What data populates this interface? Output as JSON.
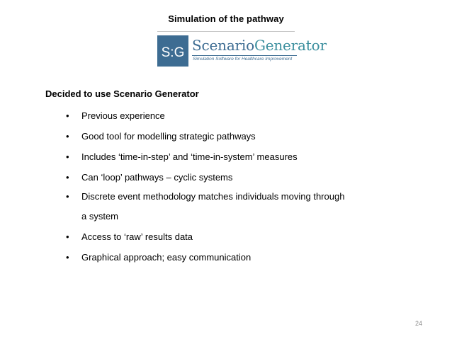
{
  "slide": {
    "title": "Simulation of the pathway",
    "heading": "Decided to use Scenario Generator",
    "bullet_symbol": "•",
    "bullets": [
      "Previous experience",
      "Good tool for modelling strategic pathways",
      "Includes ‘time-in-step’ and ‘time-in-system’ measures",
      "Can ‘loop’ pathways – cyclic systems",
      "Discrete event methodology matches individuals moving through",
      "Access to ‘raw’ results data",
      "Graphical approach; easy communication"
    ],
    "bullet_continuation": "a system",
    "page_number": "24"
  },
  "logo": {
    "mark": "S:G",
    "name_part1": "Scenario",
    "name_part2": "Generator",
    "tagline": "Simulation Software for Healthcare Improvement",
    "colors": {
      "primary": "#3d6c92",
      "accent": "#3b8f9e"
    }
  }
}
